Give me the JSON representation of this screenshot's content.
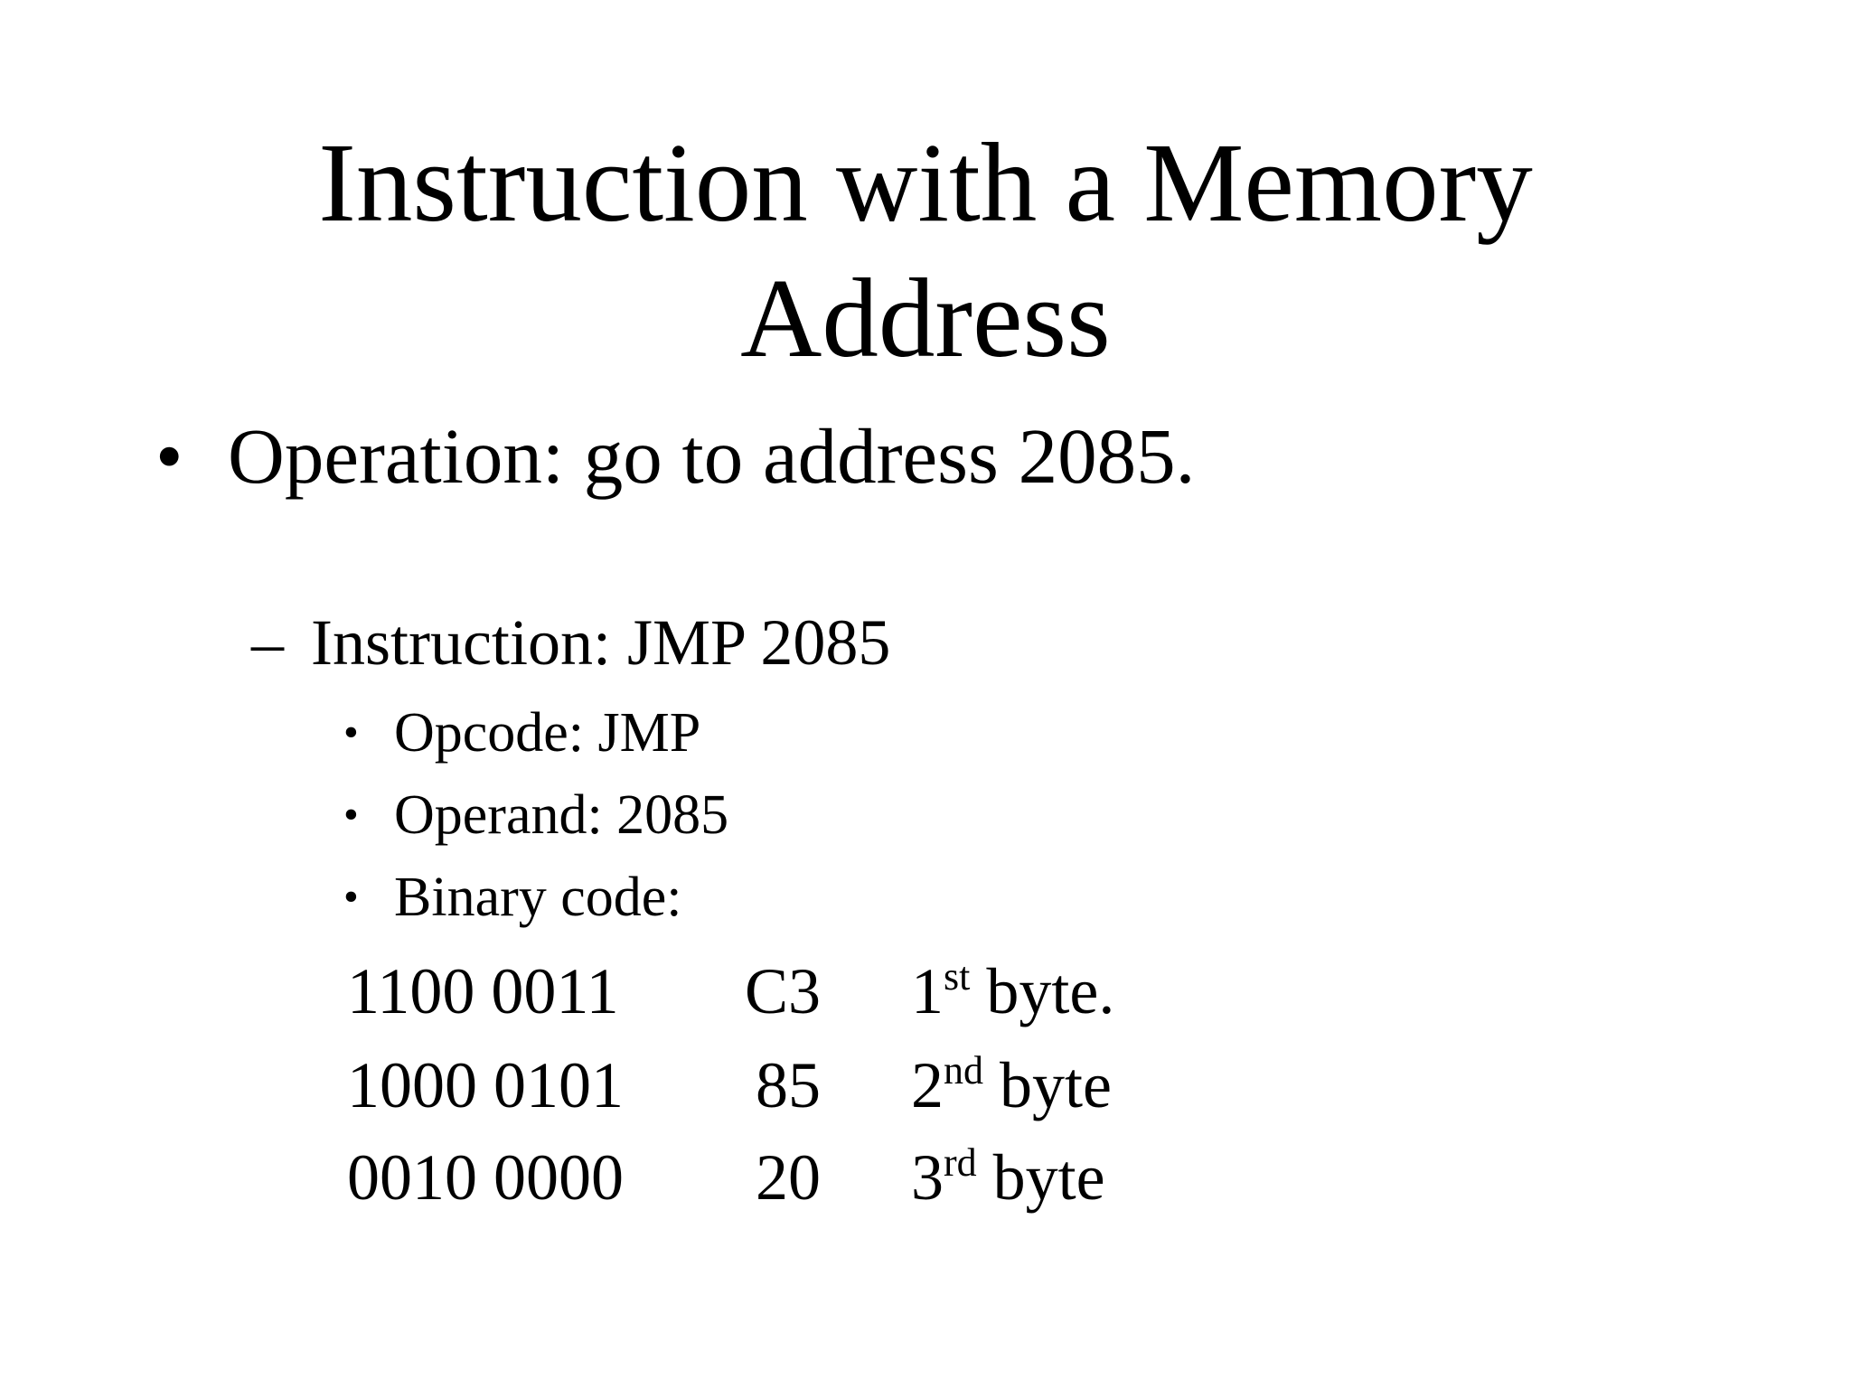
{
  "slide": {
    "title_line1": "Instruction with a Memory",
    "title_line2": "Address",
    "bullet_symbol": "•",
    "dash_symbol": "–",
    "operation": "Operation: go to address 2085.",
    "instruction": "Instruction: JMP 2085",
    "sub_items": [
      "Opcode: JMP",
      "Operand: 2085",
      "Binary code:"
    ],
    "bytes": [
      {
        "binary": "1100 0011",
        "hex": "C3",
        "num": "1",
        "suffix": "st",
        "word": " byte."
      },
      {
        "binary": "1000 0101",
        "hex": "85",
        "num": "2",
        "suffix": "nd",
        "word": " byte"
      },
      {
        "binary": "0010 0000",
        "hex": "20",
        "num": "3",
        "suffix": "rd",
        "word": " byte"
      }
    ]
  }
}
